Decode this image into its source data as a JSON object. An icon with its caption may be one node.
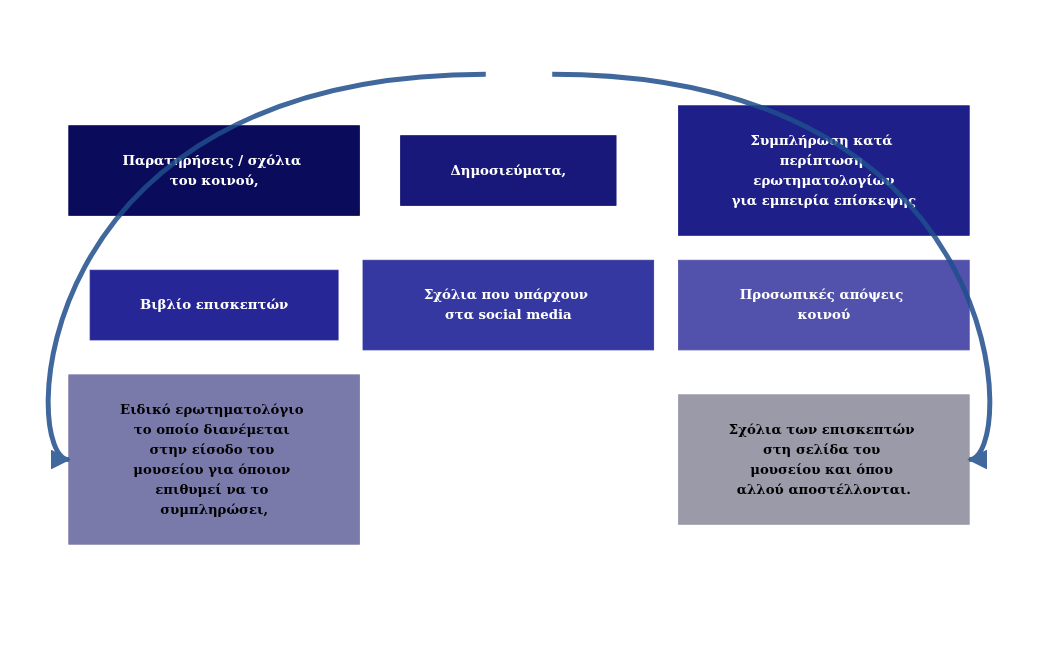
{
  "diagram": {
    "nodes": [
      {
        "text": [
          "Παρατηρήσεις / σχόλια του κοινού,"
        ]
      },
      {
        "text": [
          "Δημοσιεύματα,"
        ]
      },
      {
        "text": [
          "Συμπλήρωση κατά περίπτωση ερωτηματολογίων",
          "για εμπειρία επίσκεψης"
        ]
      },
      {
        "text": [
          "Βιβλίο επισκεπτών"
        ]
      },
      {
        "text": [
          "Σχόλια που υπάρχουν στα social media"
        ]
      },
      {
        "text": [
          "Προσωπικές απόψεις κοινού"
        ]
      },
      {
        "text": [
          "Ειδικό ερωτηματολόγιο το οποίο διανέμεται στην είσοδο του μουσείου για όποιον επιθυμεί να το συμπληρώσει,"
        ]
      },
      {
        "text": [
          "Σχόλια των επισκεπτών στη σελίδα του μουσείου και όπου αλλού αποστέλλονται."
        ]
      }
    ],
    "edges": [
      {
        "from": null,
        "to": 6,
        "arrow": "to"
      },
      {
        "from": null,
        "to": 7,
        "arrow": "to"
      }
    ]
  }
}
